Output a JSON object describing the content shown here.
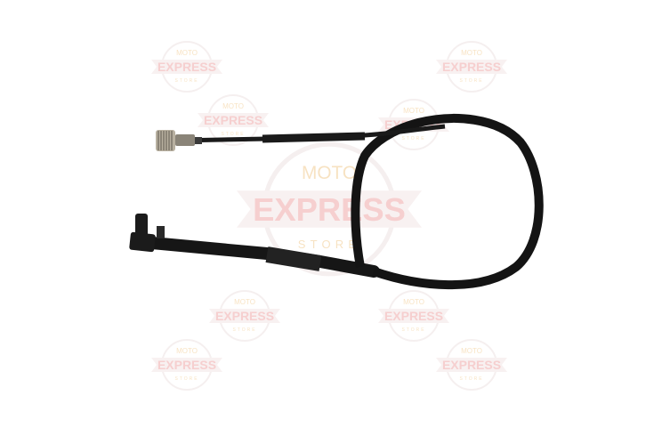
{
  "image": {
    "subject": "black-cable-with-knurled-nut",
    "background_color": "#ffffff",
    "cable_color": "#141414",
    "watermark": {
      "line1": "MOTO",
      "line2": "EXPRESS",
      "line3": "STORE",
      "registered_mark": "®",
      "accent_red": "#f4c4c4",
      "accent_gold": "#f6dcb4"
    }
  }
}
